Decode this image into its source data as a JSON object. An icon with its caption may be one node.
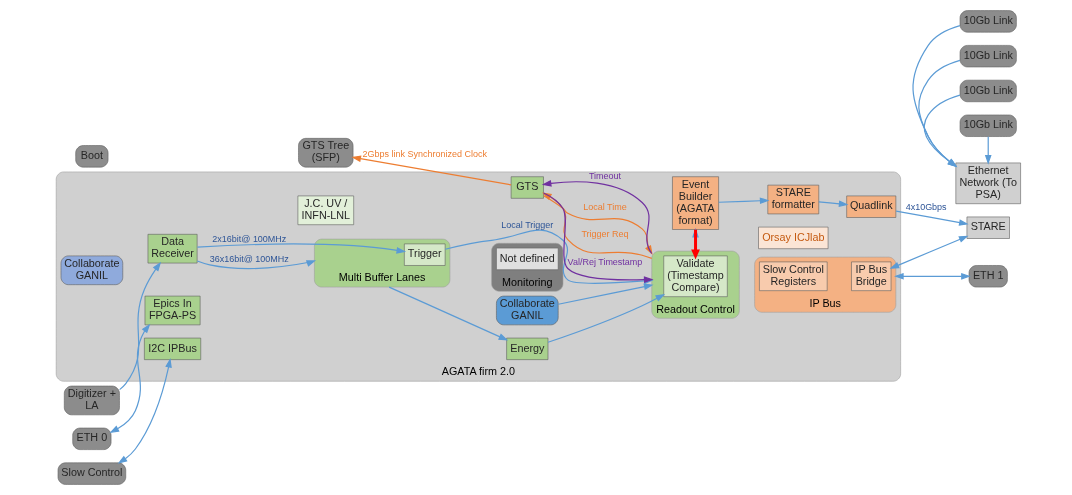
{
  "diagram": {
    "nodes": [
      {
        "text": [
          "AGATA firm 2.0"
        ]
      },
      {
        "text": [
          "Digitizer + LA"
        ]
      },
      {
        "text": [
          "Data Receiver"
        ],
        "in": 0
      },
      {
        "text": [
          "Multi Buffer Lanes"
        ],
        "in": 0
      },
      {
        "text": [
          "Trigger"
        ],
        "in": 3
      },
      {
        "text": [
          "J.C. UV / INFN-LNL"
        ],
        "in": 0
      },
      {
        "text": [
          "Energy"
        ],
        "in": 0
      },
      {
        "text": [
          "Collaborate GANIL"
        ],
        "in": 0
      },
      {
        "text": [
          "Readout Control"
        ],
        "in": 0
      },
      {
        "text": [
          "Validate (Timestamp Compare)"
        ],
        "in": 8
      },
      {
        "text": [
          "GTS"
        ],
        "in": 0
      },
      {
        "text": [
          "Collaborate GANIL"
        ],
        "in": 0
      },
      {
        "text": [
          "Epics In FPGA-PS"
        ],
        "in": 0
      },
      {
        "text": [
          "I2C IPBus"
        ],
        "in": 0
      },
      {
        "text": [
          "Monitoring"
        ],
        "in": 0
      },
      {
        "text": [
          "Not defined"
        ],
        "in": 14
      },
      {
        "text": [
          "Event Builder (AGATA format)"
        ],
        "in": 0
      },
      {
        "text": [
          "STARE formatter"
        ],
        "in": 0
      },
      {
        "text": [
          "Quadlink"
        ],
        "in": 0
      },
      {
        "text": [
          "IP Bus"
        ],
        "in": 0
      },
      {
        "text": [
          "Slow Control Registers"
        ],
        "in": 19
      },
      {
        "text": [
          "IP Bus Bridge"
        ],
        "in": 19
      },
      {
        "text": [
          "Orsay ICJlab"
        ],
        "in": 0
      },
      {
        "text": [
          "GTS Tree (SFP)"
        ]
      },
      {
        "text": [
          "ETH 0"
        ]
      },
      {
        "text": [
          "Slow Control"
        ]
      },
      {
        "text": [
          "Boot"
        ]
      },
      {
        "text": [
          "Ethernet Network (To PSA)"
        ]
      },
      {
        "text": [
          "STARE"
        ]
      },
      {
        "text": [
          "10Gb Link"
        ]
      },
      {
        "text": [
          "10Gb Link"
        ]
      },
      {
        "text": [
          "10Gb Link"
        ]
      },
      {
        "text": [
          "10Gb Link"
        ]
      },
      {
        "text": [
          "ETH 1"
        ]
      }
    ],
    "edges": [
      {
        "from": 1,
        "to": 2,
        "arrow": "to"
      },
      {
        "from": 2,
        "to": 3,
        "arrow": "to",
        "label": "36x16bit@ 100MHz"
      },
      {
        "from": 2,
        "to": 4,
        "arrow": "to",
        "label": "2x16bit@ 100MHz"
      },
      {
        "from": 3,
        "to": 6,
        "arrow": "to"
      },
      {
        "from": 4,
        "to": 8,
        "arrow": "to",
        "label": "Local Trigger"
      },
      {
        "from": 7,
        "to": 8,
        "arrow": "to"
      },
      {
        "from": 6,
        "to": 9,
        "arrow": "to"
      },
      {
        "from": 8,
        "to": 10,
        "arrow": "to",
        "label": "Trigger Req",
        "color": "#ed7d31"
      },
      {
        "from": 10,
        "to": 8,
        "arrow": "to",
        "label": "Local Time",
        "color": "#ed7d31"
      },
      {
        "from": 8,
        "to": 10,
        "arrow": "to",
        "label": "Timeout",
        "color": "#7030a0"
      },
      {
        "from": 10,
        "to": 8,
        "arrow": "to",
        "label": "Val/Rej Timestamp",
        "color": "#7030a0"
      },
      {
        "from": 10,
        "to": 23,
        "arrow": "to",
        "label": "2Gbps link Synchronized Clock",
        "color": "#ed7d31"
      },
      {
        "from": 9,
        "to": 16,
        "arrow": "to"
      },
      {
        "from": 16,
        "to": 9,
        "arrow": "to",
        "style": "thick",
        "color": "#ff0000"
      },
      {
        "from": 16,
        "to": 17,
        "arrow": "to"
      },
      {
        "from": 17,
        "to": 18,
        "arrow": "to"
      },
      {
        "from": 18,
        "to": 28,
        "arrow": "to",
        "label": "4x10Gbps"
      },
      {
        "from": 21,
        "to": 28,
        "arrow": "both"
      },
      {
        "from": 19,
        "to": 33,
        "arrow": "both"
      },
      {
        "from": 24,
        "to": 12,
        "arrow": "both"
      },
      {
        "from": 25,
        "to": 13,
        "arrow": "both"
      },
      {
        "from": 29,
        "to": 27,
        "arrow": "to"
      },
      {
        "from": 30,
        "to": 27,
        "arrow": "to"
      },
      {
        "from": 31,
        "to": 27,
        "arrow": "to"
      },
      {
        "from": 32,
        "to": 27,
        "arrow": "to"
      }
    ]
  }
}
